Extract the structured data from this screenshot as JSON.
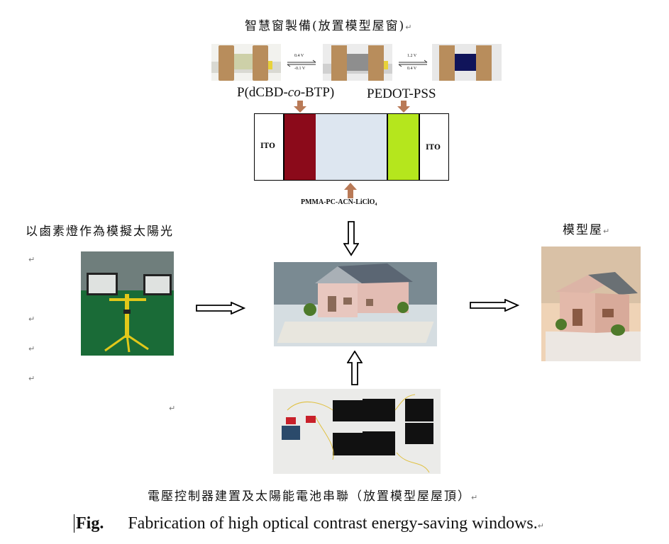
{
  "header": {
    "title": "智慧窗製備(放置模型屋窗)",
    "arrow1_top": "0.4 V",
    "arrow1_bottom": "-0.1 V",
    "arrow2_top": "1.2 V",
    "arrow2_bottom": "0.4 V"
  },
  "device": {
    "left_polymer_prefix": "P(dCBD-",
    "left_polymer_italic": "co",
    "left_polymer_suffix": "-BTP)",
    "right_polymer": "PEDOT-PSS",
    "ito_left": "ITO",
    "ito_right": "ITO",
    "electrolyte": "PMMA-PC-ACN-LiClO₄",
    "colors": {
      "red": "#8b0a1a",
      "center": "#dde6f0",
      "green": "#b5e61d"
    }
  },
  "left_section": {
    "label": "以鹵素燈作為模擬太陽光"
  },
  "right_section": {
    "label": "模型屋"
  },
  "bottom_section": {
    "label": "電壓控制器建置及太陽能電池串聯（放置模型屋屋頂）"
  },
  "caption": {
    "fig": "Fig.",
    "text": "Fabrication of high optical contrast energy-saving windows."
  },
  "return_mark": "↵"
}
